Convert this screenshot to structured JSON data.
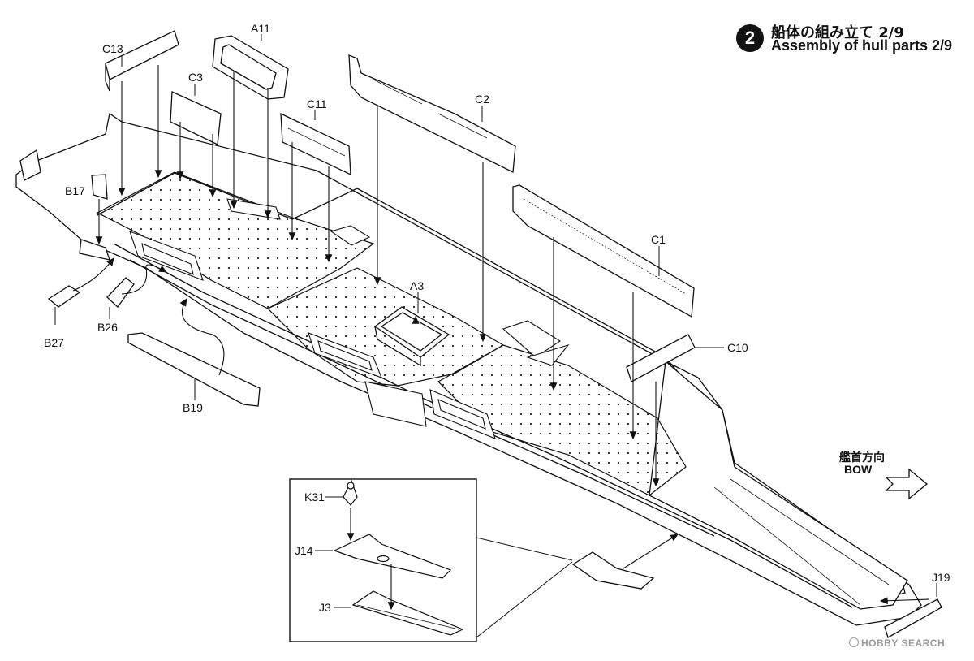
{
  "header": {
    "step_number": "2",
    "title_jp": "船体の組み立て 2/9",
    "title_en": "Assembly of hull parts 2/9"
  },
  "bow": {
    "label_jp": "艦首方向",
    "label_en": "BOW"
  },
  "parts": {
    "c13": "C13",
    "a11": "A11",
    "c3": "C3",
    "c11": "C11",
    "c2": "C2",
    "b17": "B17",
    "c1": "C1",
    "a3": "A3",
    "b27": "B27",
    "b26": "B26",
    "b19": "B19",
    "c10": "C10",
    "k31": "K31",
    "j14": "J14",
    "j3": "J3",
    "j19": "J19"
  },
  "watermark": "HOBBY SEARCH"
}
